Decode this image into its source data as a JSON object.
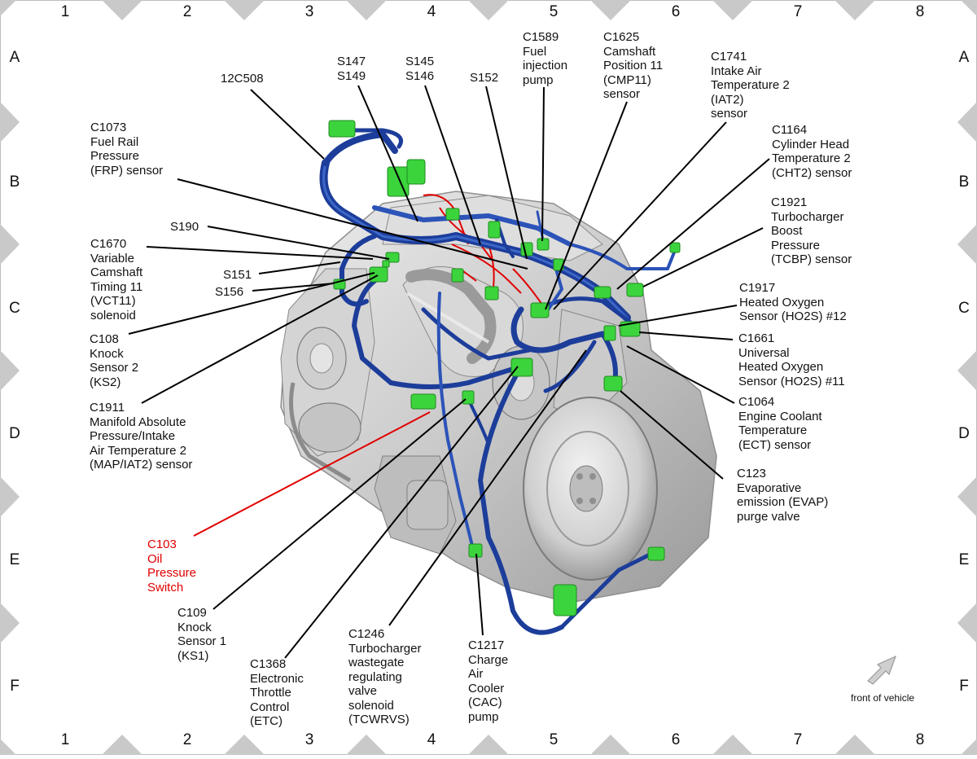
{
  "grid": {
    "columns": [
      "1",
      "2",
      "3",
      "4",
      "5",
      "6",
      "7",
      "8"
    ],
    "rows": [
      "A",
      "B",
      "C",
      "D",
      "E",
      "F"
    ]
  },
  "labels": {
    "c12c508": "12C508",
    "s147_s149": "S147\nS149",
    "s145_s146": "S145\nS146",
    "s152": "S152",
    "c1589": "C1589\nFuel\ninjection\npump",
    "c1625": "C1625\nCamshaft\nPosition 11\n(CMP11)\nsensor",
    "c1741": "C1741\nIntake Air\nTemperature 2\n(IAT2)\nsensor",
    "c1164": "C1164\nCylinder Head\nTemperature 2\n(CHT2) sensor",
    "c1921": "C1921\nTurbocharger\nBoost\nPressure\n(TCBP) sensor",
    "c1917": "C1917\nHeated Oxygen\nSensor (HO2S) #12",
    "c1661": "C1661\nUniversal\nHeated Oxygen\nSensor (HO2S) #11",
    "c1064": "C1064\nEngine Coolant\nTemperature\n(ECT) sensor",
    "c123": "C123\nEvaporative\nemission (EVAP)\npurge valve",
    "c1073": "C1073\nFuel Rail\nPressure\n(FRP) sensor",
    "s190": "S190",
    "c1670": "C1670\nVariable\nCamshaft\nTiming 11\n(VCT11)\nsolenoid",
    "s151": "S151",
    "s156": "S156",
    "c108": "C108\nKnock\nSensor 2\n(KS2)",
    "c1911": "C1911\nManifold Absolute\nPressure/Intake\nAir Temperature 2\n(MAP/IAT2) sensor",
    "c103": "C103\nOil\nPressure\nSwitch",
    "c109": "C109\nKnock\nSensor 1\n(KS1)",
    "c1368": "C1368\nElectronic\nThrottle\nControl\n(ETC)",
    "c1246": "C1246\nTurbocharger\nwastegate\nregulating\nvalve\nsolenoid\n(TCWRVS)",
    "c1217": "C1217\nCharge\nAir\nCooler\n(CAC)\npump"
  },
  "front_of_vehicle": "front of vehicle",
  "colors": {
    "harness": "#1c3d9a",
    "harness_light": "#4f7fd8",
    "connector": "#3cd43c",
    "highlight": "#e00000",
    "engine": "#c8c8c8",
    "grid_marker": "#c9c9c9"
  }
}
